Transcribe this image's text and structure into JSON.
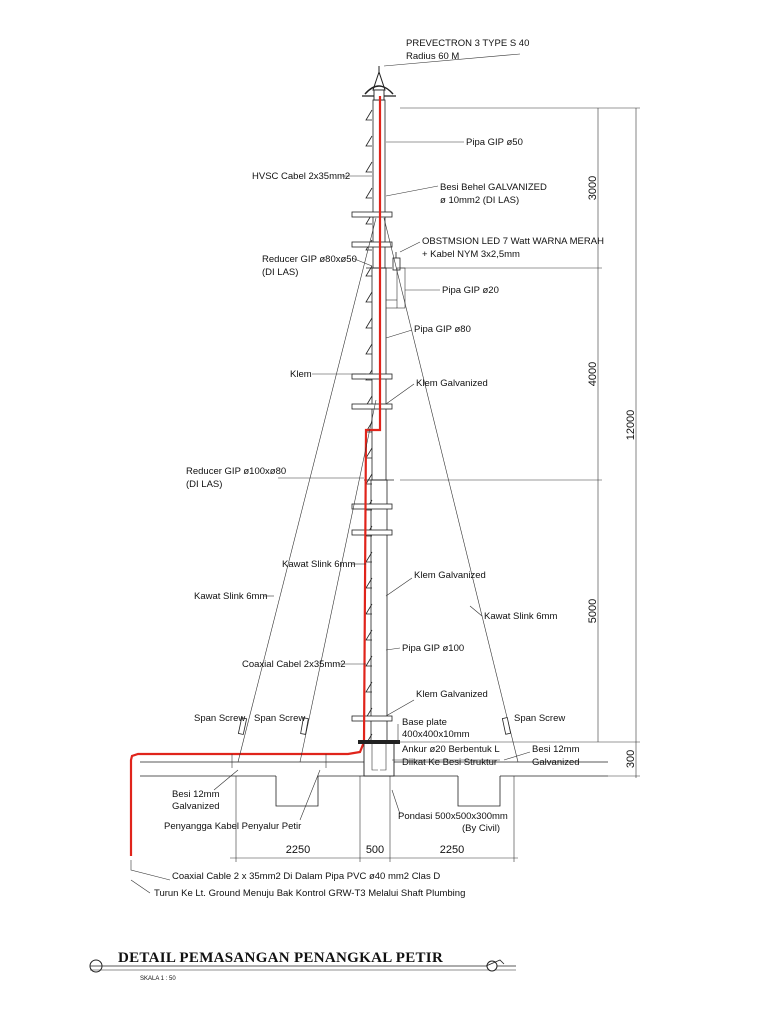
{
  "title": "DETAIL PEMASANGAN PENANGKAL PETIR",
  "scale": "SKALA  1 : 50",
  "labels": {
    "terminal_type": "PREVECTRON 3 TYPE S 40",
    "terminal_radius": "Radius 60 M",
    "pipe_50": "Pipa GIP ø50",
    "hvsc_cable": "HVSC Cabel 2x35mm2",
    "besi_behel_1": "Besi Behel GALVANIZED",
    "besi_behel_2": "ø 10mm2 (DI LAS)",
    "obst_1": "OBSTMSION LED 7 Watt WARNA MERAH",
    "obst_2": "+ Kabel NYM 3x2,5mm",
    "reducer_80_50": "Reducer GIP ø80xø50",
    "di_las_1": "(DI LAS)",
    "pipe_20": "Pipa GIP ø20",
    "pipe_80": "Pipa GIP ø80",
    "klem": "Klem",
    "klem_galv_1": "Klem Galvanized",
    "reducer_100_80": "Reducer GIP ø100xø80",
    "di_las_2": "(DI LAS)",
    "kawat_slink_a": "Kawat Slink 6mm",
    "kawat_slink_b": "Kawat Slink 6mm",
    "klem_galv_2": "Klem Galvanized",
    "kawat_slink_c": "Kawat Slink 6mm",
    "pipe_100": "Pipa GIP ø100",
    "coaxial_cabel": "Coaxial Cabel 2x35mm2",
    "klem_galv_3": "Klem Galvanized",
    "span_screw_1": "Span Screw",
    "span_screw_2": "Span Screw",
    "span_screw_3": "Span Screw",
    "base_plate_1": "Base plate",
    "base_plate_2": "400x400x10mm",
    "ankur_1": "Ankur ø20 Berbentuk L",
    "ankur_2": "Diikat Ke Besi Struktur",
    "besi_12_r1": "Besi 12mm",
    "besi_12_r2": "Galvanized",
    "besi_12_l1": "Besi 12mm",
    "besi_12_l2": "Galvanized",
    "penyangga": "Penyangga Kabel Penyalur Petir",
    "pondasi_1": "Pondasi 500x500x300mm",
    "pondasi_2": "(By Civil)",
    "coax_note": "Coaxial Cable 2 x 35mm2 Di Dalam Pipa PVC ø40 mm2 Clas D",
    "ground_note": "Turun Ke Lt. Ground Menuju Bak Kontrol GRW-T3 Melalui Shaft Plumbing"
  },
  "dimensions": {
    "h1": "3000",
    "h2": "4000",
    "h3": "5000",
    "total": "12000",
    "slab": "300",
    "left": "2250",
    "mid": "500",
    "right": "2250"
  },
  "colors": {
    "lightning_conductor": "#e0241b",
    "linework": "#222222"
  }
}
